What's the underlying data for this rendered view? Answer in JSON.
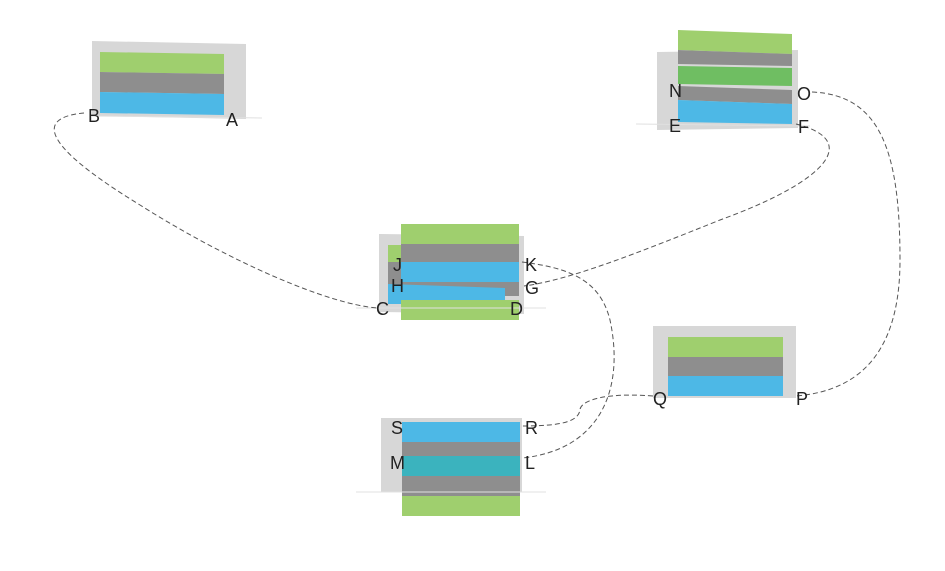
{
  "colors": {
    "green": "#9fcf6e",
    "green_dark": "#6fbe62",
    "gray": "#8e8e8e",
    "blue": "#4db8e6",
    "teal": "#3bb3be",
    "panel": "#d7d7d7",
    "link": "#555555",
    "label": "#222222"
  },
  "labels": {
    "A": "A",
    "B": "B",
    "C": "C",
    "D": "D",
    "E": "E",
    "F": "F",
    "G": "G",
    "H": "H",
    "J": "J",
    "K": "K",
    "L": "L",
    "M": "M",
    "N": "N",
    "O": "O",
    "P": "P",
    "Q": "Q",
    "R": "R",
    "S": "S"
  },
  "connections": [
    [
      "B",
      "C"
    ],
    [
      "F",
      "G"
    ],
    [
      "O",
      "P"
    ],
    [
      "Q",
      "R"
    ],
    [
      "K",
      "L"
    ]
  ],
  "blocks": [
    {
      "id": "block-ab",
      "bands": [
        "green",
        "gray",
        "blue"
      ]
    },
    {
      "id": "block-efno",
      "bands": [
        "green",
        "gray",
        "green_dark",
        "gray",
        "blue"
      ]
    },
    {
      "id": "block-cdghjk",
      "bands": [
        "green",
        "gray",
        "blue",
        "gray",
        "blue",
        "green"
      ]
    },
    {
      "id": "block-pq",
      "bands": [
        "green",
        "gray",
        "blue"
      ]
    },
    {
      "id": "block-lmrs",
      "bands": [
        "blue",
        "gray",
        "teal",
        "gray",
        "green"
      ]
    }
  ]
}
